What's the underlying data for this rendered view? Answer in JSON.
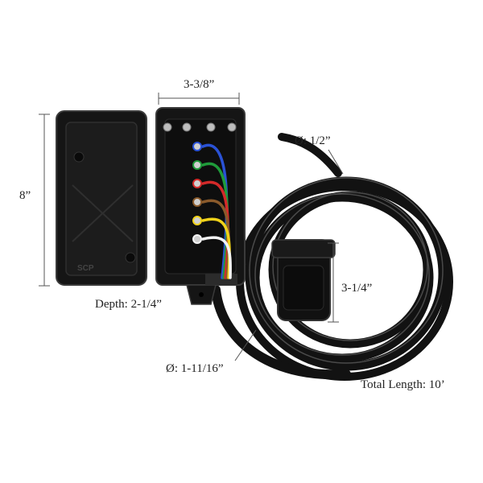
{
  "product": {
    "logo": "SCP",
    "wire_colors": [
      "#2a52d6",
      "#1f9b3a",
      "#d42a2a",
      "#8a5a2b",
      "#f0d21a",
      "#f4f4f4"
    ]
  },
  "dimensions": {
    "width": "3-3/8”",
    "height": "8”",
    "depth": "Depth: 2-1/4”",
    "cable_diameter": "Ø: 1/2”",
    "plug_length": "3-1/4”",
    "plug_diameter": "Ø: 1-11/16”",
    "total_length": "Total Length: 10’"
  },
  "colors": {
    "plastic": "#151515",
    "plastic_edge": "#3a3a3a",
    "dimension_line": "#555555"
  }
}
